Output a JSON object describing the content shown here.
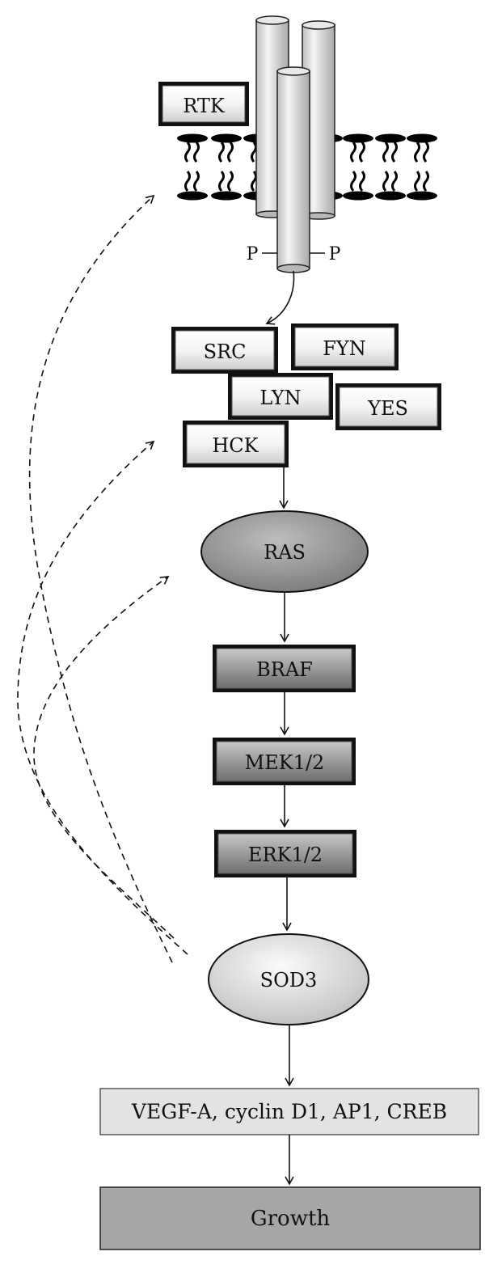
{
  "labels": {
    "rtk": "RTK",
    "phospho_left": "P",
    "phospho_right": "P",
    "src": "SRC",
    "fyn": "FYN",
    "lyn": "LYN",
    "yes": "YES",
    "hck": "HCK",
    "ras": "RAS",
    "braf": "BRAF",
    "mek": "MEK1/2",
    "erk": "ERK1/2",
    "sod3": "SOD3",
    "targets": "VEGF-A, cyclin D1, AP1, CREB",
    "growth": "Growth"
  },
  "colors": {
    "light_box": "#f2f2f2",
    "dark_box": "#9a9a9a",
    "target_box": "#e3e3e3",
    "growth_box": "#a6a6a6",
    "ras_fill": "#9b9b9b",
    "sod3_fill": "#e6e6e6",
    "membrane": "#000000"
  }
}
